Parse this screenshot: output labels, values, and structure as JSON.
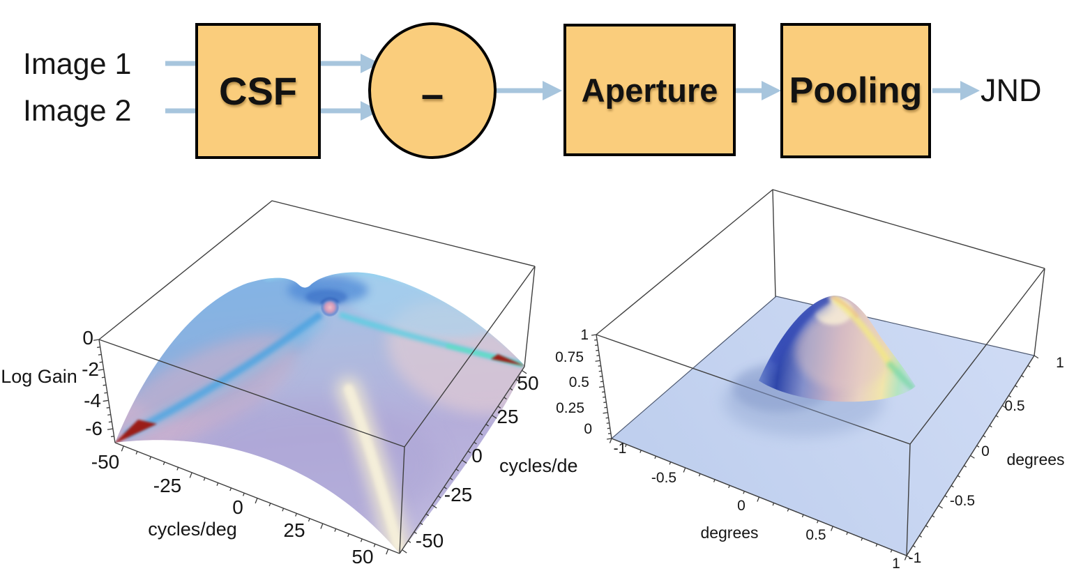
{
  "flow": {
    "input1": "Image 1",
    "input2": "Image 2",
    "csf": "CSF",
    "subtract": "–",
    "aperture": "Aperture",
    "pooling": "Pooling",
    "output": "JND",
    "node_fill": "#facd7c",
    "node_border": "#000000",
    "arrow_color": "#a7c5dd"
  },
  "plots": {
    "left": {
      "z_axis_label": "Log Gain",
      "z_ticks": [
        "0",
        "-2",
        "-4",
        "-6"
      ],
      "x_axis_label": "cycles/deg",
      "x_ticks": [
        "-50",
        "-25",
        "0",
        "25",
        "50"
      ],
      "y_axis_label": "cycles/de",
      "y_ticks": [
        "-50",
        "-25",
        "0",
        "25",
        "50"
      ]
    },
    "right": {
      "z_ticks": [
        "1",
        "0.75",
        "0.5",
        "0.25",
        "0"
      ],
      "x_axis_label": "degrees",
      "x_ticks": [
        "-1",
        "-0.5",
        "0",
        "0.5",
        "1"
      ],
      "y_axis_label": "degrees",
      "y_ticks": [
        "-1",
        "-0.5",
        "0",
        "0.5",
        "1"
      ]
    }
  },
  "chart_data": [
    {
      "type": "surface3d",
      "zlabel": "Log Gain",
      "xlabel": "cycles/deg",
      "ylabel": "cycles/deg",
      "xlim": [
        -55,
        55
      ],
      "ylim": [
        -55,
        55
      ],
      "zlim": [
        -7,
        0
      ],
      "x_ticks": [
        -50,
        -25,
        0,
        25,
        50
      ],
      "y_ticks": [
        -50,
        -25,
        0,
        25,
        50
      ],
      "z_ticks": [
        0,
        -2,
        -4,
        -6
      ],
      "description": "Dome-shaped log-gain contrast-sensitivity filter surface: near 0 log gain at low spatial frequencies with a small notch/dip at (0,0), falling off to about -7 at the +/-50 cycles/deg corners; pastel blue/lavender/pink shading with cyan fold lines and red extremes at two corners."
    },
    {
      "type": "surface3d",
      "zlabel": "",
      "xlabel": "degrees",
      "ylabel": "degrees",
      "xlim": [
        -1,
        1
      ],
      "ylim": [
        -1,
        1
      ],
      "zlim": [
        0,
        1
      ],
      "x_ticks": [
        -1,
        -0.5,
        0,
        0.5,
        1
      ],
      "y_ticks": [
        -1,
        -0.5,
        0,
        0.5,
        1
      ],
      "z_ticks": [
        0,
        0.25,
        0.5,
        0.75,
        1
      ],
      "description": "Flat plane at height 0 over a +/-1 degree square with a narrow Gaussian aperture bump of height ~1 centered near (0,0); bump shaded dark blue on the left flank and yellow/green on the right rim."
    }
  ]
}
